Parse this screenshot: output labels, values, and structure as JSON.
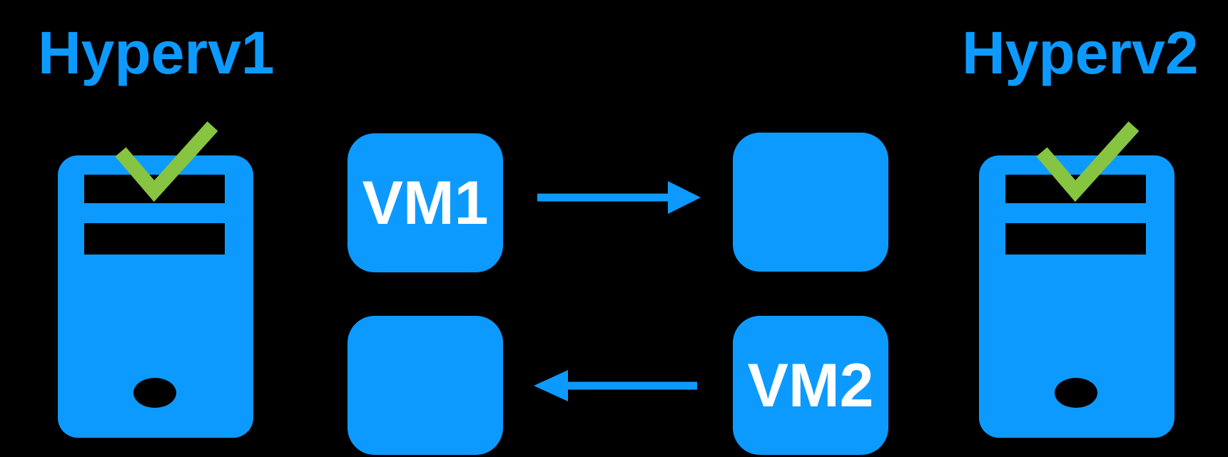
{
  "hosts": [
    {
      "label": "Hyperv1",
      "icon": "server-tower-icon",
      "status_icon": "green-checkmark-icon"
    },
    {
      "label": "Hyperv2",
      "icon": "server-tower-icon",
      "status_icon": "green-checkmark-icon"
    }
  ],
  "vms": [
    {
      "label": "VM1",
      "migration": "to-hyperv2",
      "arrow_icon": "arrow-right-icon"
    },
    {
      "label": "VM2",
      "migration": "to-hyperv1",
      "arrow_icon": "arrow-left-icon"
    }
  ],
  "colors": {
    "blue": "#0d9aff",
    "green": "#86c442",
    "text": "#ffffff",
    "background": "#000000"
  }
}
